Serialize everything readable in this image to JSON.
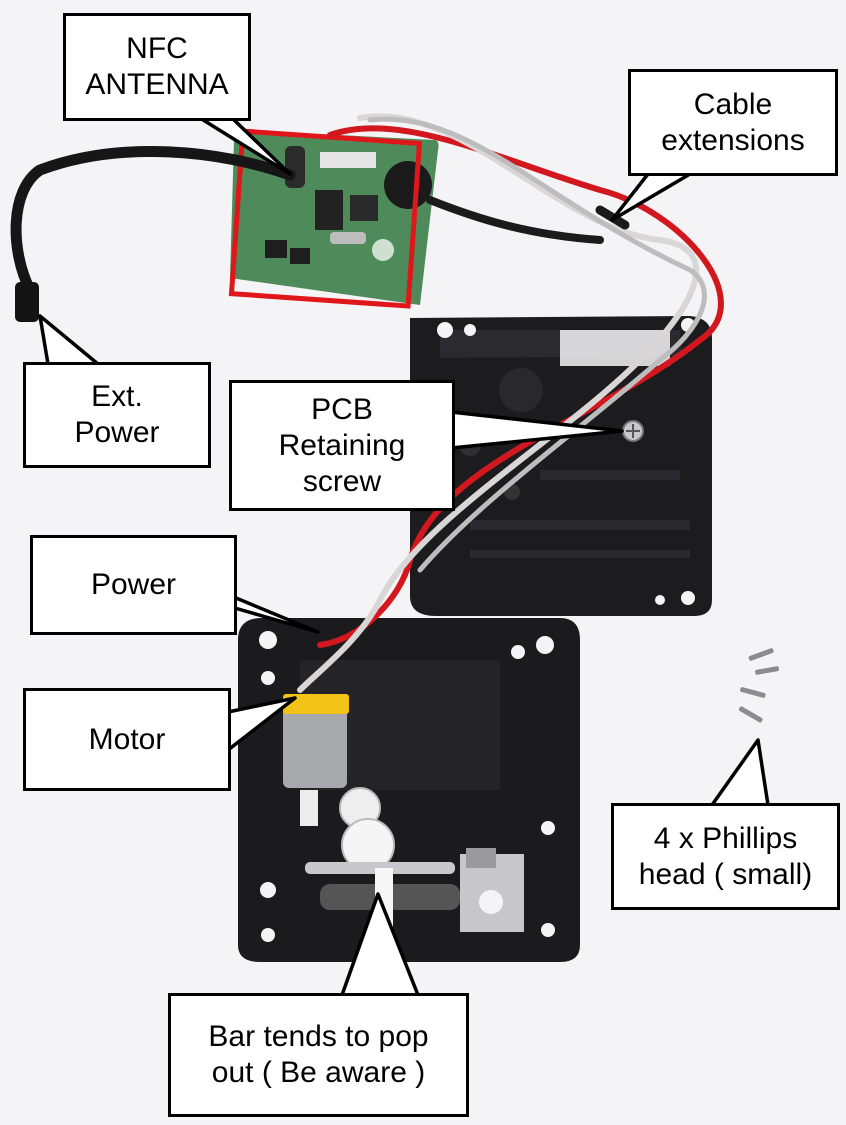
{
  "callouts": {
    "nfc_antenna": "NFC\nANTENNA",
    "cable_extensions": "Cable\nextensions",
    "ext_power": "Ext.\nPower",
    "pcb_retaining_screw": "PCB\nRetaining\nscrew",
    "power": "Power",
    "motor": "Motor",
    "phillips_screws": "4 x Phillips\nhead ( small)",
    "bar_warning": "Bar tends to pop\nout ( Be aware )"
  },
  "colors": {
    "highlight_box": "#e0161b",
    "pcb_green": "#4f8a5b",
    "enclosure_black": "#1b1b1d",
    "wire_red": "#d3171f",
    "wire_white": "#d9d6d6",
    "motor_yellow": "#f1c316"
  }
}
